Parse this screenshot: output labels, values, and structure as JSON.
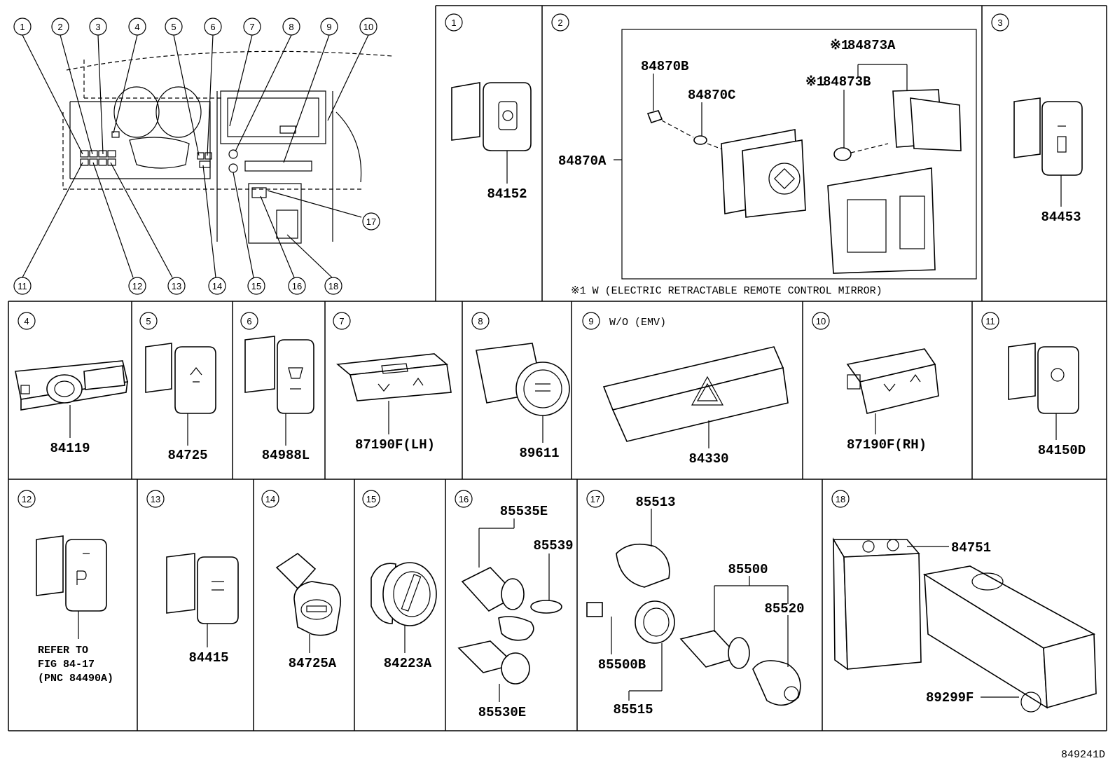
{
  "drawing_code": "849241D",
  "overview": {
    "callouts": [
      "1",
      "2",
      "3",
      "4",
      "5",
      "6",
      "7",
      "8",
      "9",
      "10",
      "11",
      "12",
      "13",
      "14",
      "15",
      "16",
      "17",
      "18"
    ]
  },
  "cells": [
    {
      "num": "1",
      "parts": [
        "84152"
      ]
    },
    {
      "num": "2",
      "parts": [
        "84870A",
        "84870B",
        "84870C",
        "84873A",
        "84873B"
      ],
      "variant_mark_a": "※1",
      "variant_mark_b": "※1",
      "footnote": "※1 W (ELECTRIC RETRACTABLE REMOTE CONTROL MIRROR)"
    },
    {
      "num": "3",
      "parts": [
        "84453"
      ]
    },
    {
      "num": "4",
      "parts": [
        "84119"
      ]
    },
    {
      "num": "5",
      "parts": [
        "84725"
      ]
    },
    {
      "num": "6",
      "parts": [
        "84988L"
      ]
    },
    {
      "num": "7",
      "parts": [
        "87190F(LH)"
      ]
    },
    {
      "num": "8",
      "parts": [
        "89611"
      ]
    },
    {
      "num": "9",
      "parts": [
        "84330"
      ],
      "condition": "W/O (EMV)"
    },
    {
      "num": "10",
      "parts": [
        "87190F(RH)"
      ]
    },
    {
      "num": "11",
      "parts": [
        "84150D"
      ]
    },
    {
      "num": "12",
      "parts": [],
      "refer": [
        "REFER TO",
        "FIG 84-17",
        "(PNC 84490A)"
      ]
    },
    {
      "num": "13",
      "parts": [
        "84415"
      ]
    },
    {
      "num": "14",
      "parts": [
        "84725A"
      ]
    },
    {
      "num": "15",
      "parts": [
        "84223A"
      ]
    },
    {
      "num": "16",
      "parts": [
        "85535E",
        "85539",
        "85530E"
      ]
    },
    {
      "num": "17",
      "parts": [
        "85513",
        "85500",
        "85520",
        "85500B",
        "85515"
      ]
    },
    {
      "num": "18",
      "parts": [
        "84751",
        "89299F"
      ]
    }
  ]
}
